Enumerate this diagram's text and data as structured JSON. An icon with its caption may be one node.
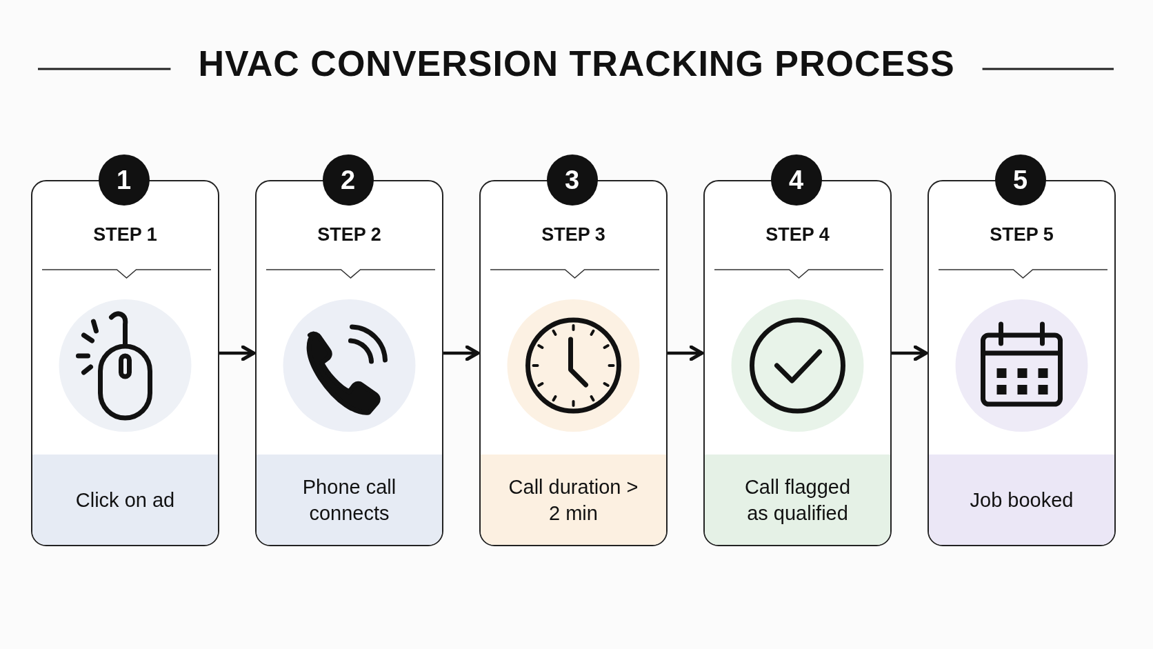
{
  "diagram": {
    "title": "HVAC CONVERSION TRACKING PROCESS",
    "nodes": [
      {
        "text": [
          "1"
        ]
      },
      {
        "text": [
          "STEP 1",
          "Click on ad"
        ]
      },
      {
        "text": [
          "2"
        ]
      },
      {
        "text": [
          "STEP 2",
          "Phone call connects"
        ]
      },
      {
        "text": [
          "3"
        ]
      },
      {
        "text": [
          "STEP 3",
          "Call duration > 2 min"
        ]
      },
      {
        "text": [
          "4"
        ]
      },
      {
        "text": [
          "STEP 4",
          "Call flagged as qualified"
        ]
      },
      {
        "text": [
          "5"
        ]
      },
      {
        "text": [
          "STEP 5",
          "Job booked"
        ]
      }
    ],
    "edges": [
      {
        "from": 1,
        "to": 3,
        "arrow": "to"
      },
      {
        "from": 3,
        "to": 5,
        "arrow": "to"
      },
      {
        "from": 5,
        "to": 7,
        "arrow": "to"
      },
      {
        "from": 7,
        "to": 9,
        "arrow": "to"
      }
    ]
  }
}
